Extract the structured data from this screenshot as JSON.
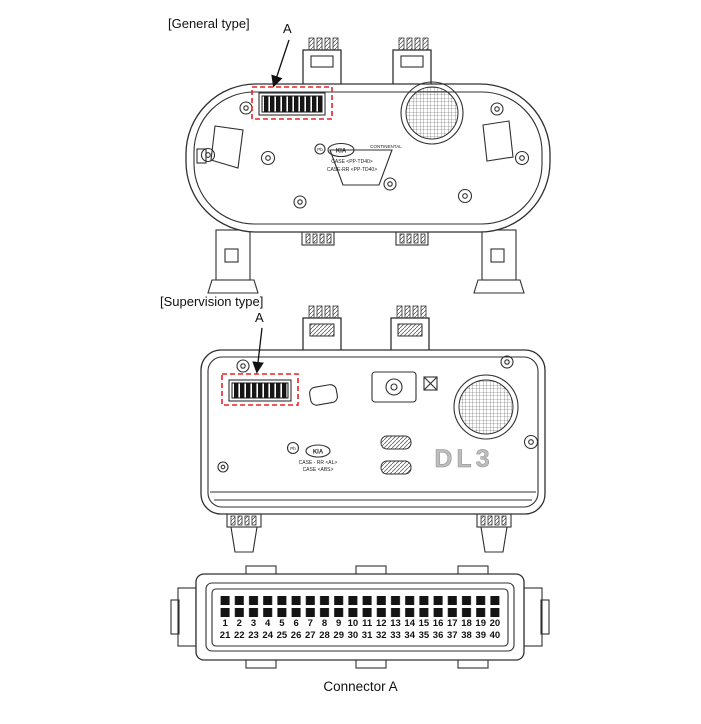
{
  "general": {
    "label": "[General type]",
    "pointer": "A",
    "logo": "KIA",
    "brand": "CONTINENTAL",
    "pb_mark": "Pb",
    "case_line1": "CASE <PP-TD40>",
    "case_line2": "CASE-RR <PP-TD40>"
  },
  "supervision": {
    "label": "[Supervision type]",
    "pointer": "A",
    "logo": "KIA",
    "pb_mark": "Pb",
    "model_code": "DL3",
    "case_line1": "CASE - RR <AL>",
    "case_line2": "CASE <ABS>"
  },
  "connector": {
    "caption": "Connector A",
    "row1_pins": [
      "1",
      "2",
      "3",
      "4",
      "5",
      "6",
      "7",
      "8",
      "9",
      "10",
      "11",
      "12",
      "13",
      "14",
      "15",
      "16",
      "17",
      "18",
      "19",
      "20"
    ],
    "row2_pins": [
      "21",
      "22",
      "23",
      "24",
      "25",
      "26",
      "27",
      "28",
      "29",
      "30",
      "31",
      "32",
      "33",
      "34",
      "35",
      "36",
      "37",
      "38",
      "39",
      "40"
    ]
  },
  "colors": {
    "line": "#303030",
    "highlight": "#e8232a",
    "model_code_fill": "#bdbdbd"
  }
}
